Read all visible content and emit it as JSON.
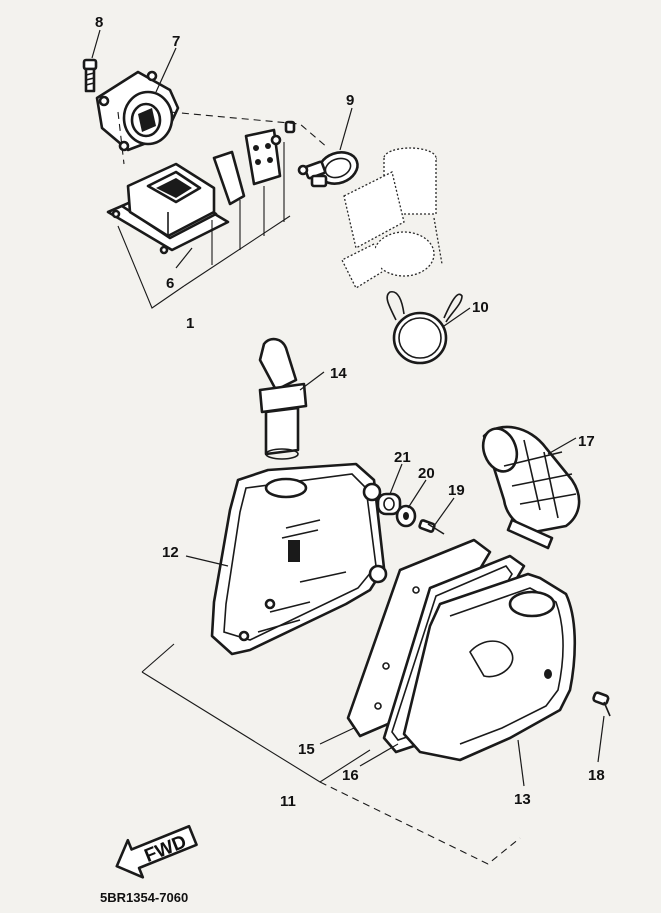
{
  "diagram": {
    "callouts": {
      "c1": "1",
      "c6": "6",
      "c7": "7",
      "c8": "8",
      "c9": "9",
      "c10": "10",
      "c11": "11",
      "c12": "12",
      "c13": "13",
      "c14": "14",
      "c15": "15",
      "c16": "16",
      "c17": "17",
      "c18": "18",
      "c19": "19",
      "c20": "20",
      "c21": "21"
    },
    "fwd_label": "FWD",
    "drawing_code": "5BR1354-7060"
  }
}
